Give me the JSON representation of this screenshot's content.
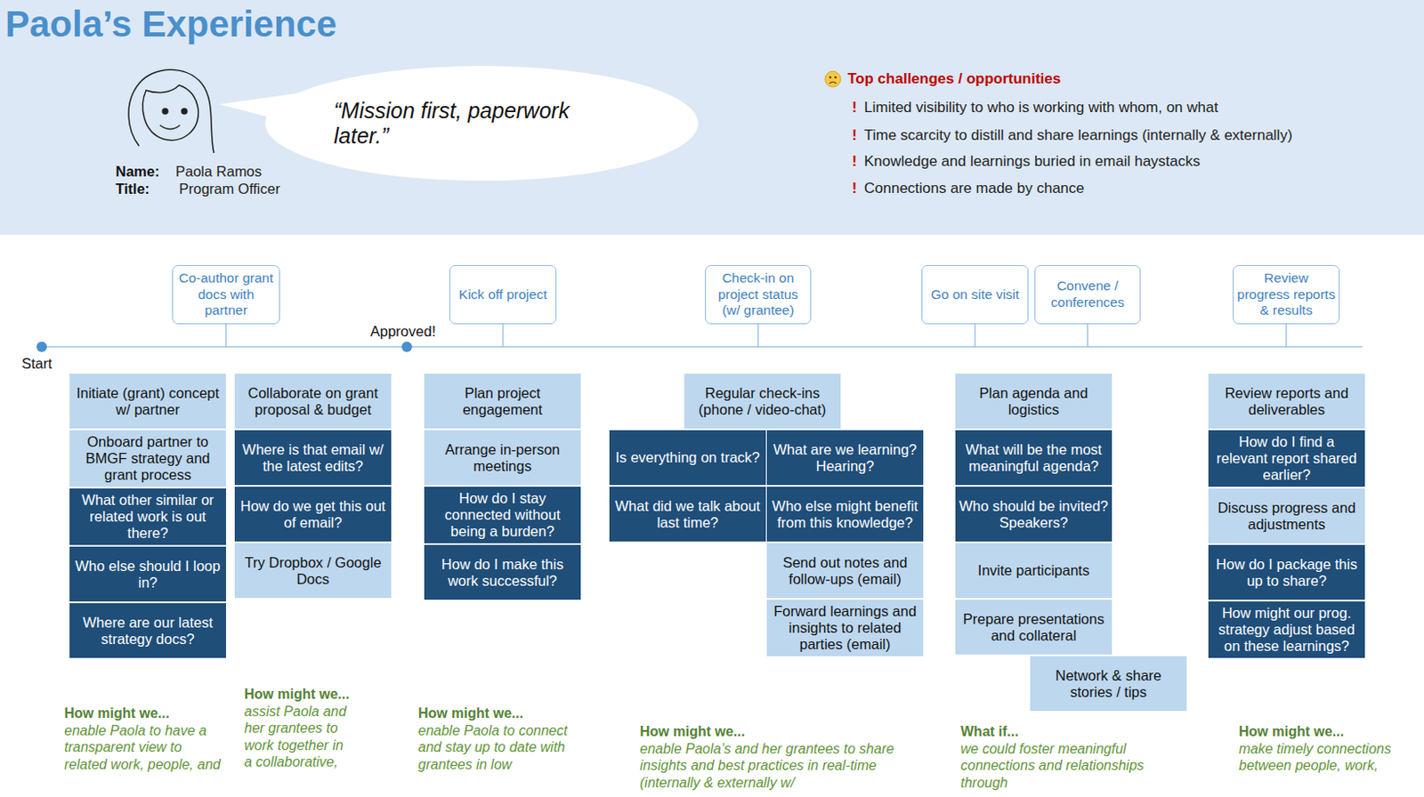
{
  "diagram": {
    "title": "Paola’s Experience",
    "nodes": [
      {
        "text": [
          "“Mission first, paperwork later.”"
        ]
      },
      {
        "text": [
          "Co-author grant docs with partner"
        ]
      },
      {
        "text": [
          "Kick off project"
        ]
      },
      {
        "text": [
          "Check-in on project status (w/ grantee)"
        ]
      },
      {
        "text": [
          "Go on site visit"
        ]
      },
      {
        "text": [
          "Convene / conferences"
        ]
      },
      {
        "text": [
          "Review progress reports & results"
        ]
      },
      {
        "text": [
          "Initiate (grant) concept w/ partner"
        ]
      },
      {
        "text": [
          "Onboard partner to BMGF strategy and grant process"
        ]
      },
      {
        "text": [
          "What other similar or related work is out there?"
        ]
      },
      {
        "text": [
          "Who else should I loop in?"
        ]
      },
      {
        "text": [
          "Where are our latest strategy docs?"
        ]
      },
      {
        "text": [
          "Collaborate on grant proposal & budget"
        ]
      },
      {
        "text": [
          "Where is that email w/ the latest edits?"
        ]
      },
      {
        "text": [
          "How do we get this out of email?"
        ]
      },
      {
        "text": [
          "Try Dropbox / Google Docs"
        ]
      },
      {
        "text": [
          "Plan project engagement"
        ]
      },
      {
        "text": [
          "Arrange in-person meetings"
        ]
      },
      {
        "text": [
          "How do I stay connected without being a burden?"
        ]
      },
      {
        "text": [
          "How do I make this work successful?"
        ]
      },
      {
        "text": [
          "Regular check-ins (phone / video-chat)"
        ]
      },
      {
        "text": [
          "Is everything on track?"
        ]
      },
      {
        "text": [
          "What are we learning? Hearing?"
        ]
      },
      {
        "text": [
          "What did we talk about last time?"
        ]
      },
      {
        "text": [
          "Who else might benefit from this knowledge?"
        ]
      },
      {
        "text": [
          "Send out notes and follow-ups (email)"
        ]
      },
      {
        "text": [
          "Forward learnings and insights to related parties (email)"
        ]
      },
      {
        "text": [
          "Plan agenda and logistics"
        ]
      },
      {
        "text": [
          "What will be the most meaningful agenda?"
        ]
      },
      {
        "text": [
          "Who should be invited? Speakers?"
        ]
      },
      {
        "text": [
          "Invite participants"
        ]
      },
      {
        "text": [
          "Prepare presentations and collateral"
        ]
      },
      {
        "text": [
          "Network & share stories / tips"
        ]
      },
      {
        "text": [
          "Review reports and deliverables"
        ]
      },
      {
        "text": [
          "How do I find a relevant report shared earlier?"
        ]
      },
      {
        "text": [
          "Discuss progress and adjustments"
        ]
      },
      {
        "text": [
          "How do I package this up to share?"
        ]
      },
      {
        "text": [
          "How might our prog. strategy adjust based on these learnings?"
        ]
      }
    ],
    "labels": [
      "Name:",
      "Paola Ramos",
      "Title:",
      "Program Officer",
      "Top challenges / opportunities",
      "!",
      "Limited visibility to who is working with whom, on what",
      "!",
      "Time scarcity to distill and share learnings (internally & externally)",
      "!",
      "Knowledge and learnings buried in email haystacks",
      "!",
      "Connections are made by chance",
      "Start",
      "Approved!",
      "How might we...",
      "enable Paola to have a transparent view to related work, people, and",
      "How might we...",
      "assist Paola and her grantees to work together in a collaborative,",
      "How might we...",
      "enable Paola to connect and stay up to date with grantees in low",
      "How might we...",
      "enable Paola’s and her grantees to share insights and best practices in real-time (internally & externally w/",
      "What if...",
      "we could foster meaningful connections and relationships through",
      "How might we...",
      "make timely connections between people, work,"
    ]
  }
}
